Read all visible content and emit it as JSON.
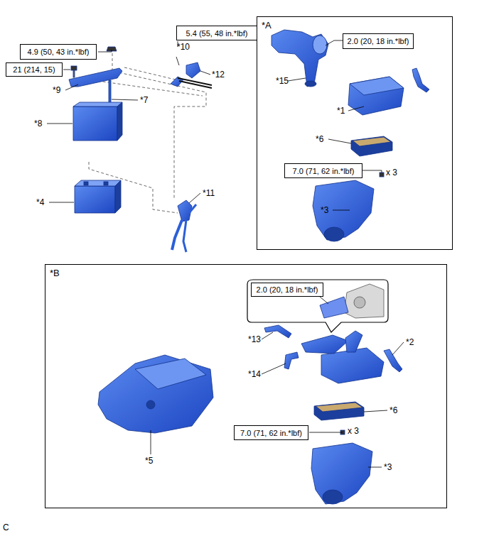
{
  "diagram": {
    "nodes": [
      {
        "text": [
          "4.9 (50, 43 in.*lbf)"
        ]
      },
      {
        "text": [
          "5.4 (55, 48 in.*lbf)"
        ]
      },
      {
        "text": [
          "21 (214, 15)"
        ]
      },
      {
        "text": [
          "*A"
        ]
      },
      {
        "text": [
          "2.0 (20, 18 in.*lbf)"
        ],
        "in": 3
      },
      {
        "text": [
          "7.0 (71, 62 in.*lbf)"
        ],
        "in": 3
      },
      {
        "text": [
          "*B"
        ]
      },
      {
        "text": [
          "2.0 (20, 18 in.*lbf)"
        ],
        "in": 6
      },
      {
        "text": [
          "7.0 (71, 62 in.*lbf)"
        ],
        "in": 6
      }
    ],
    "labels": [
      "*10",
      "*12",
      "*9",
      "*7",
      "*8",
      "*4",
      "*11",
      "*15",
      "*1",
      "*6",
      "x 3",
      "*3",
      "*13",
      "*2",
      "*14",
      "*5",
      "*6",
      "x 3",
      "*3",
      "C"
    ]
  }
}
